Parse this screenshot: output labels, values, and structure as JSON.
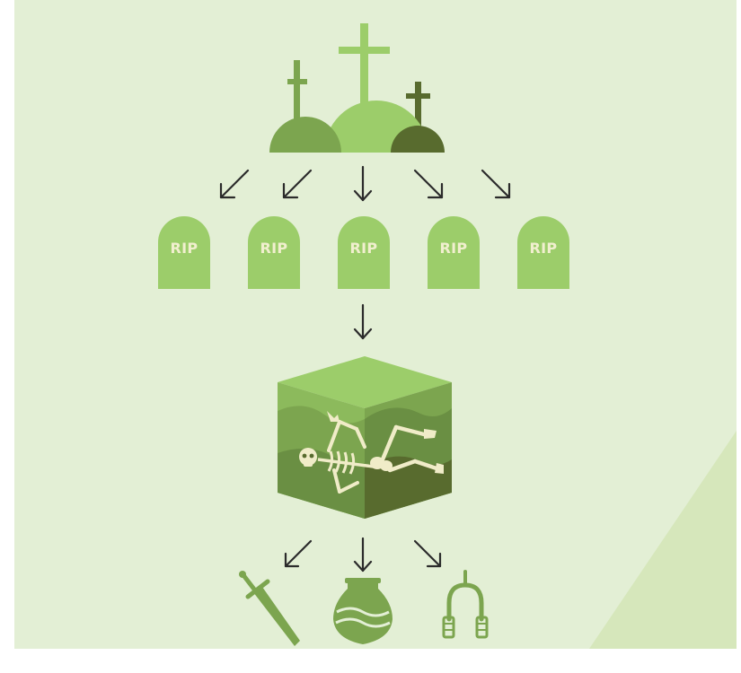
{
  "tombstones": [
    {
      "label": "RIP"
    },
    {
      "label": "RIP"
    },
    {
      "label": "RIP"
    },
    {
      "label": "RIP"
    },
    {
      "label": "RIP"
    }
  ],
  "icons": {
    "top": "graveyard-crosses-icon",
    "cube": "burial-soil-cube-skeleton-icon",
    "artifacts": [
      "sword-icon",
      "amphora-vase-icon",
      "horseshoe-tongs-icon"
    ]
  },
  "colors": {
    "background": "#e3efd5",
    "background_shade": "#d6e7bb",
    "green_light": "#9ccd6a",
    "green_mid": "#7ca54f",
    "green_dark": "#586b2e",
    "bone": "#f0ecc8",
    "arrow": "#2b2b2b",
    "rip_text": "#f1efcf"
  }
}
